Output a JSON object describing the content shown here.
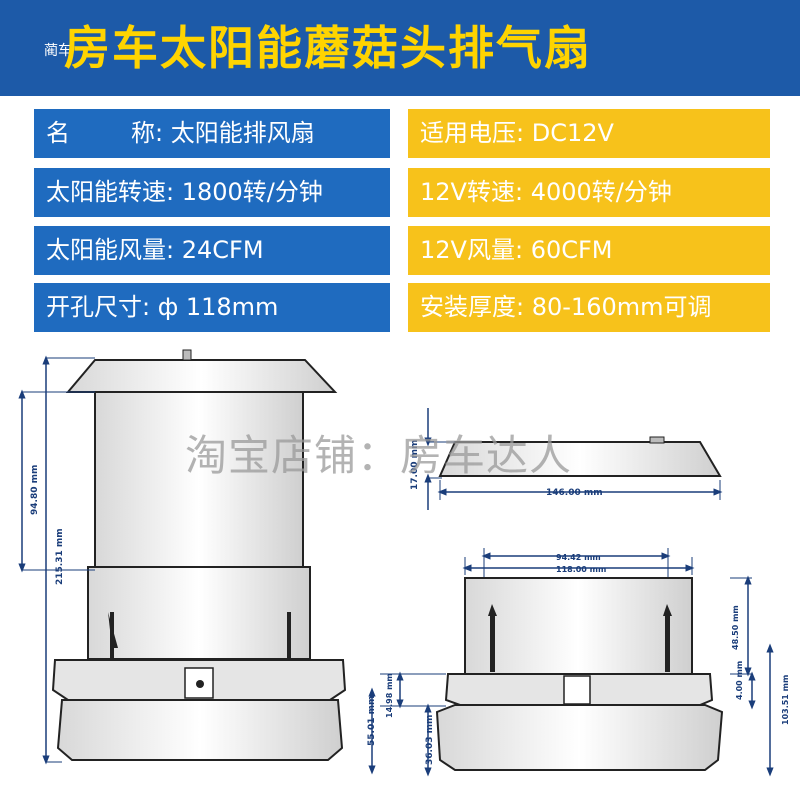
{
  "header": {
    "small_text": "蔺车",
    "title": "房车太阳能蘑菇头排气扇"
  },
  "specs": {
    "left": [
      {
        "label": "名        称",
        "sep": ": ",
        "value": "太阳能排风扇"
      },
      {
        "label": "太阳能转速",
        "sep": ": ",
        "value": "1800转/分钟"
      },
      {
        "label": "太阳能风量",
        "sep": ": ",
        "value": "24CFM"
      },
      {
        "label": "开孔尺寸",
        "sep": ": ",
        "value": "ф 118mm"
      }
    ],
    "right": [
      {
        "label": "适用电压",
        "sep": ": ",
        "value": "DC12V"
      },
      {
        "label": "12V转速",
        "sep": ": ",
        "value": "4000转/分钟"
      },
      {
        "label": "12V风量",
        "sep": ": ",
        "value": "60CFM"
      },
      {
        "label": "安装厚度",
        "sep": ": ",
        "value": "80-160mm可调"
      }
    ]
  },
  "watermark": "淘宝店铺：房车达人",
  "dimensions": {
    "d_94_80": "94.80 mm",
    "d_215_31": "215.31 mm",
    "d_17_00": "17.00 mm",
    "d_146_00": "146.00 mm",
    "d_94_42": "94.42 mm",
    "d_118_00": "118.00 mm",
    "d_48_50": "48.50 mm",
    "d_14_98": "14.98 mm",
    "d_55_01": "55.01 mm",
    "d_36_03": "36.03 mm",
    "d_4_00": "4.00 mm",
    "d_103_51": "103.51 mm"
  },
  "colors": {
    "header_bg": "#1d5aa8",
    "title": "#ffd400",
    "spec_left_bg": "#1f6bbf",
    "spec_right_bg": "#f7c21b",
    "dimension_line": "#1a3d7a"
  }
}
